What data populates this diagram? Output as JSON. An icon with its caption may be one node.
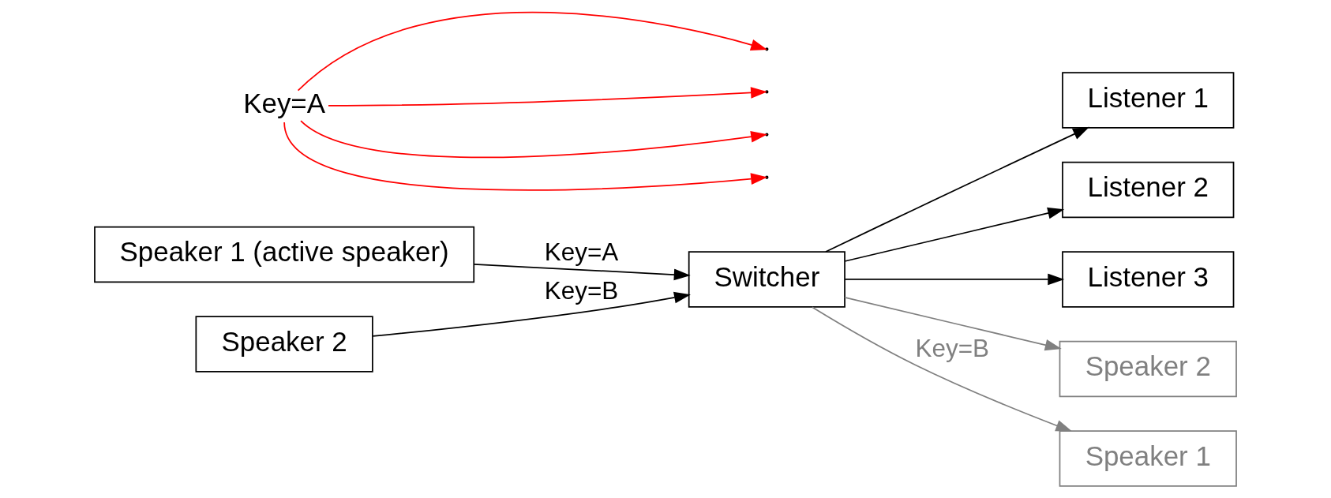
{
  "diagram": {
    "nodes": [
      {
        "text": [
          "Speaker 1 (active speaker)"
        ]
      },
      {
        "text": [
          "Speaker 2"
        ]
      },
      {
        "text": [
          "Switcher"
        ]
      },
      {
        "text": [
          "Listener 1"
        ]
      },
      {
        "text": [
          "Listener 2"
        ]
      },
      {
        "text": [
          "Listener 3"
        ]
      },
      {
        "text": [
          "Speaker 2"
        ]
      },
      {
        "text": [
          "Speaker 1"
        ]
      },
      {
        "text": [
          "Key=A"
        ]
      }
    ],
    "edges": [
      {
        "from": 0,
        "to": 2,
        "arrow": "to",
        "label": "Key=A"
      },
      {
        "from": 1,
        "to": 2,
        "arrow": "to",
        "label": "Key=B"
      },
      {
        "from": 2,
        "to": 3,
        "arrow": "to"
      },
      {
        "from": 2,
        "to": 4,
        "arrow": "to"
      },
      {
        "from": 2,
        "to": 5,
        "arrow": "to"
      },
      {
        "from": 2,
        "to": 6,
        "arrow": "to",
        "color": "#808080"
      },
      {
        "from": 2,
        "to": 7,
        "arrow": "to",
        "label": "Key=B",
        "color": "#808080"
      },
      {
        "from": 8,
        "to": null,
        "arrow": "to",
        "color": "#ff0000"
      },
      {
        "from": 8,
        "to": null,
        "arrow": "to",
        "color": "#ff0000"
      },
      {
        "from": 8,
        "to": null,
        "arrow": "to",
        "color": "#ff0000"
      },
      {
        "from": 8,
        "to": null,
        "arrow": "to",
        "color": "#ff0000"
      }
    ]
  }
}
